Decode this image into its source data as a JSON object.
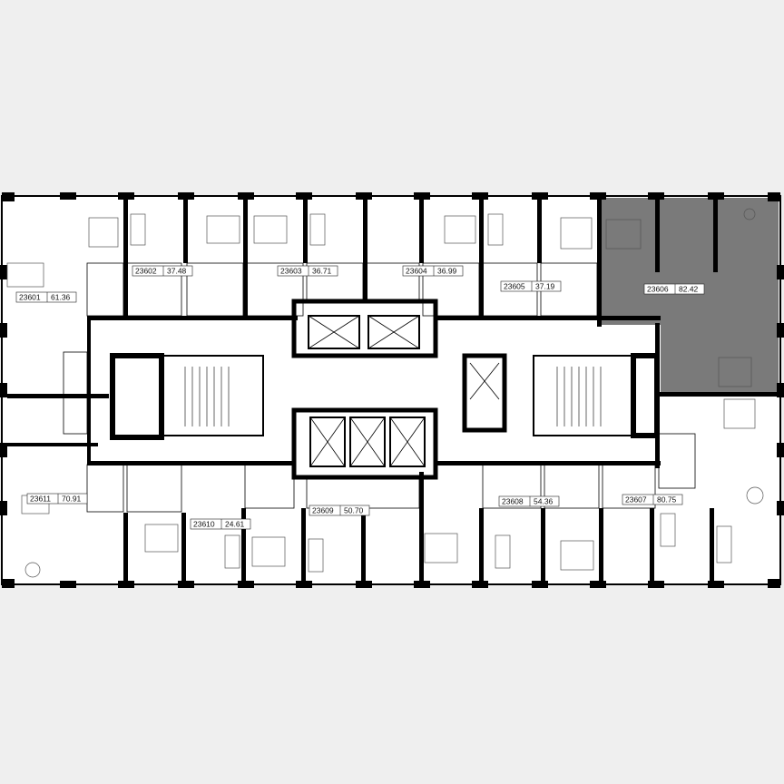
{
  "plan": {
    "highlight_color": "#7a7a7a",
    "background_color": "#efefef",
    "floor_color": "#ffffff",
    "wall_color": "#000000"
  },
  "units": [
    {
      "id": "23601",
      "area": "61.36",
      "selected": false
    },
    {
      "id": "23602",
      "area": "37.48",
      "selected": false
    },
    {
      "id": "23603",
      "area": "36.71",
      "selected": false
    },
    {
      "id": "23604",
      "area": "36.99",
      "selected": false
    },
    {
      "id": "23605",
      "area": "37.19",
      "selected": false
    },
    {
      "id": "23606",
      "area": "82.42",
      "selected": true
    },
    {
      "id": "23607",
      "area": "80.75",
      "selected": false
    },
    {
      "id": "23608",
      "area": "54.36",
      "selected": false
    },
    {
      "id": "23609",
      "area": "50.70",
      "selected": false
    },
    {
      "id": "23610",
      "area": "24.61",
      "selected": false
    },
    {
      "id": "23611",
      "area": "70.91",
      "selected": false
    }
  ]
}
